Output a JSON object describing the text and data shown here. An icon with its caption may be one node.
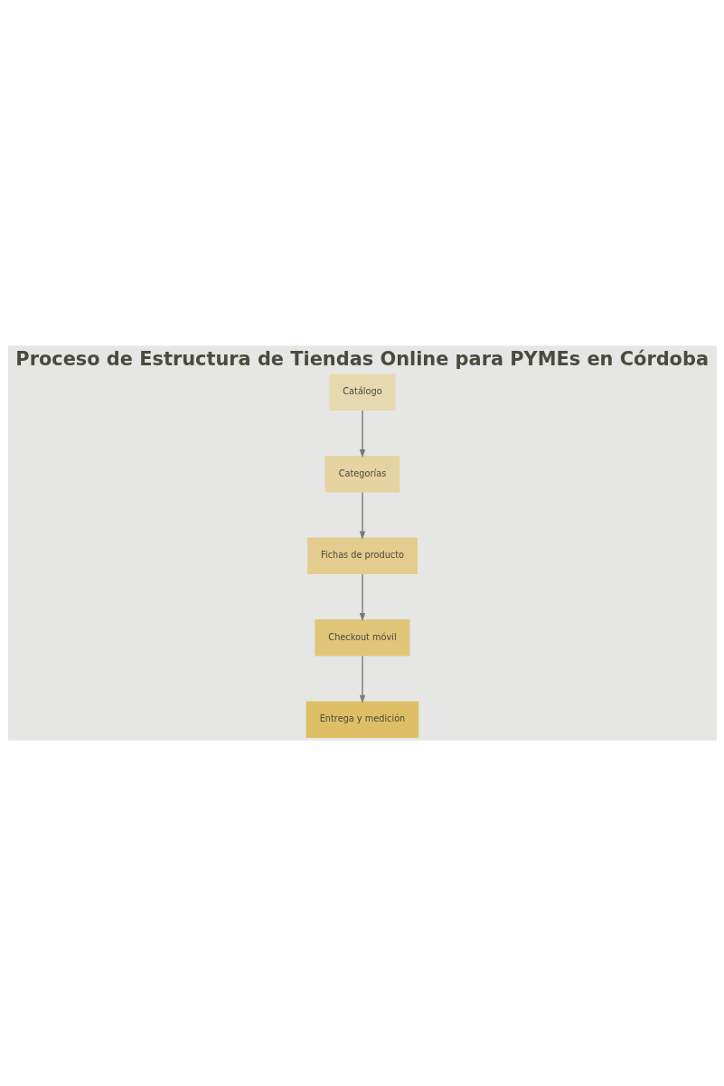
{
  "diagram": {
    "title": "Proceso de Estructura de Tiendas Online para PYMEs en Córdoba",
    "nodes": [
      {
        "text": [
          "Catálogo"
        ]
      },
      {
        "text": [
          "Categorías"
        ]
      },
      {
        "text": [
          "Fichas de producto"
        ]
      },
      {
        "text": [
          "Checkout móvil"
        ]
      },
      {
        "text": [
          "Entrega y medición"
        ]
      }
    ],
    "edges": [
      {
        "from": 0,
        "to": 1,
        "arrow": "to"
      },
      {
        "from": 1,
        "to": 2,
        "arrow": "to"
      },
      {
        "from": 2,
        "to": 3,
        "arrow": "to"
      },
      {
        "from": 3,
        "to": 4,
        "arrow": "to"
      }
    ]
  }
}
